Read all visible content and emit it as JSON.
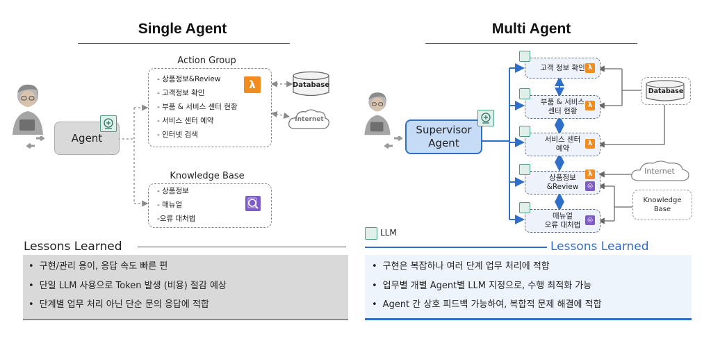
{
  "single": {
    "title": "Single Agent",
    "agent_label": "Agent",
    "action_group": {
      "title": "Action Group",
      "items": [
        "- 상품정보&Review",
        "- 고객정보 확인",
        "- 부품 & 서비스 센터 현황",
        "- 서비스 센터 예약",
        "- 인터넷 검색"
      ]
    },
    "knowledge_base": {
      "title": "Knowledge Base",
      "items": [
        "- 상품정보",
        "- 매뉴얼",
        "-오류 대처법"
      ]
    },
    "database_label": "Database",
    "internet_label": "Internet",
    "lessons": {
      "header": "Lessons Learned",
      "bullets": [
        "구현/관리 용이, 응답 속도 빠른 편",
        "단일  LLM 사용으로 Token 발생 (비용) 절감 예상",
        "단계별 업무 처리 아닌 단순 문의 응답에 적합"
      ]
    }
  },
  "multi": {
    "title": "Multi Agent",
    "supervisor_line1": "Supervisor",
    "supervisor_line2": "Agent",
    "agents": [
      {
        "line1": "고객 정보 확인",
        "line2": ""
      },
      {
        "line1": "부품 & 서비스",
        "line2": "센터 현황"
      },
      {
        "line1": "서비스 센터",
        "line2": "예약"
      },
      {
        "line1": "상품정보",
        "line2": "&Review"
      },
      {
        "line1": "매뉴얼",
        "line2": "오류 대처법"
      }
    ],
    "database_label": "Database",
    "internet_label": "Internet",
    "kb_line1": "Knowledge",
    "kb_line2": "Base",
    "llm_legend": "LLM",
    "lessons": {
      "header": "Lessons Learned",
      "bullets": [
        "구현은 복잡하나 여러 단계 업무 처리에 적합",
        "업무별 개별 Agent별 LLM 지정으로, 수행 최적화 가능",
        "Agent 간 상호 피드백  가능하여, 복합적 문제 해결에 적합"
      ]
    }
  },
  "colors": {
    "accent_blue": "#2f6ec9",
    "aws_orange": "#f28c1e",
    "kb_purple": "#7e5cc7",
    "llm_green": "#4a9a86",
    "lessons_gray": "#d9d9d9",
    "lessons_blue_bg": "#eef4fc"
  },
  "icons": [
    "person-avatar-icon",
    "llm-brain-icon",
    "aws-lambda-icon",
    "knowledge-base-icon",
    "database-icon",
    "internet-cloud-icon",
    "exchange-arrows-icon"
  ]
}
